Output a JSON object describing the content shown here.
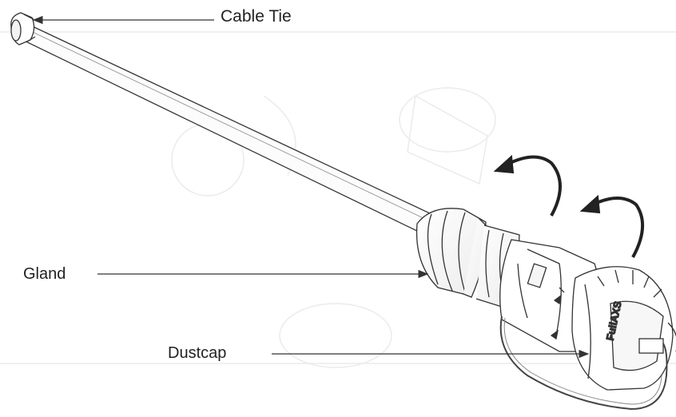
{
  "diagram": {
    "labels": {
      "cable_tie": "Cable Tie",
      "gland": "Gland",
      "dustcap": "Dustcap"
    },
    "product_marking": "FullAXS",
    "colors": {
      "line": "#333333",
      "background": "#ffffff",
      "faint": "#e6e6e6"
    },
    "icons": [
      "rotate-counterclockwise-arrow-icon",
      "rotate-counterclockwise-arrow-icon"
    ]
  }
}
